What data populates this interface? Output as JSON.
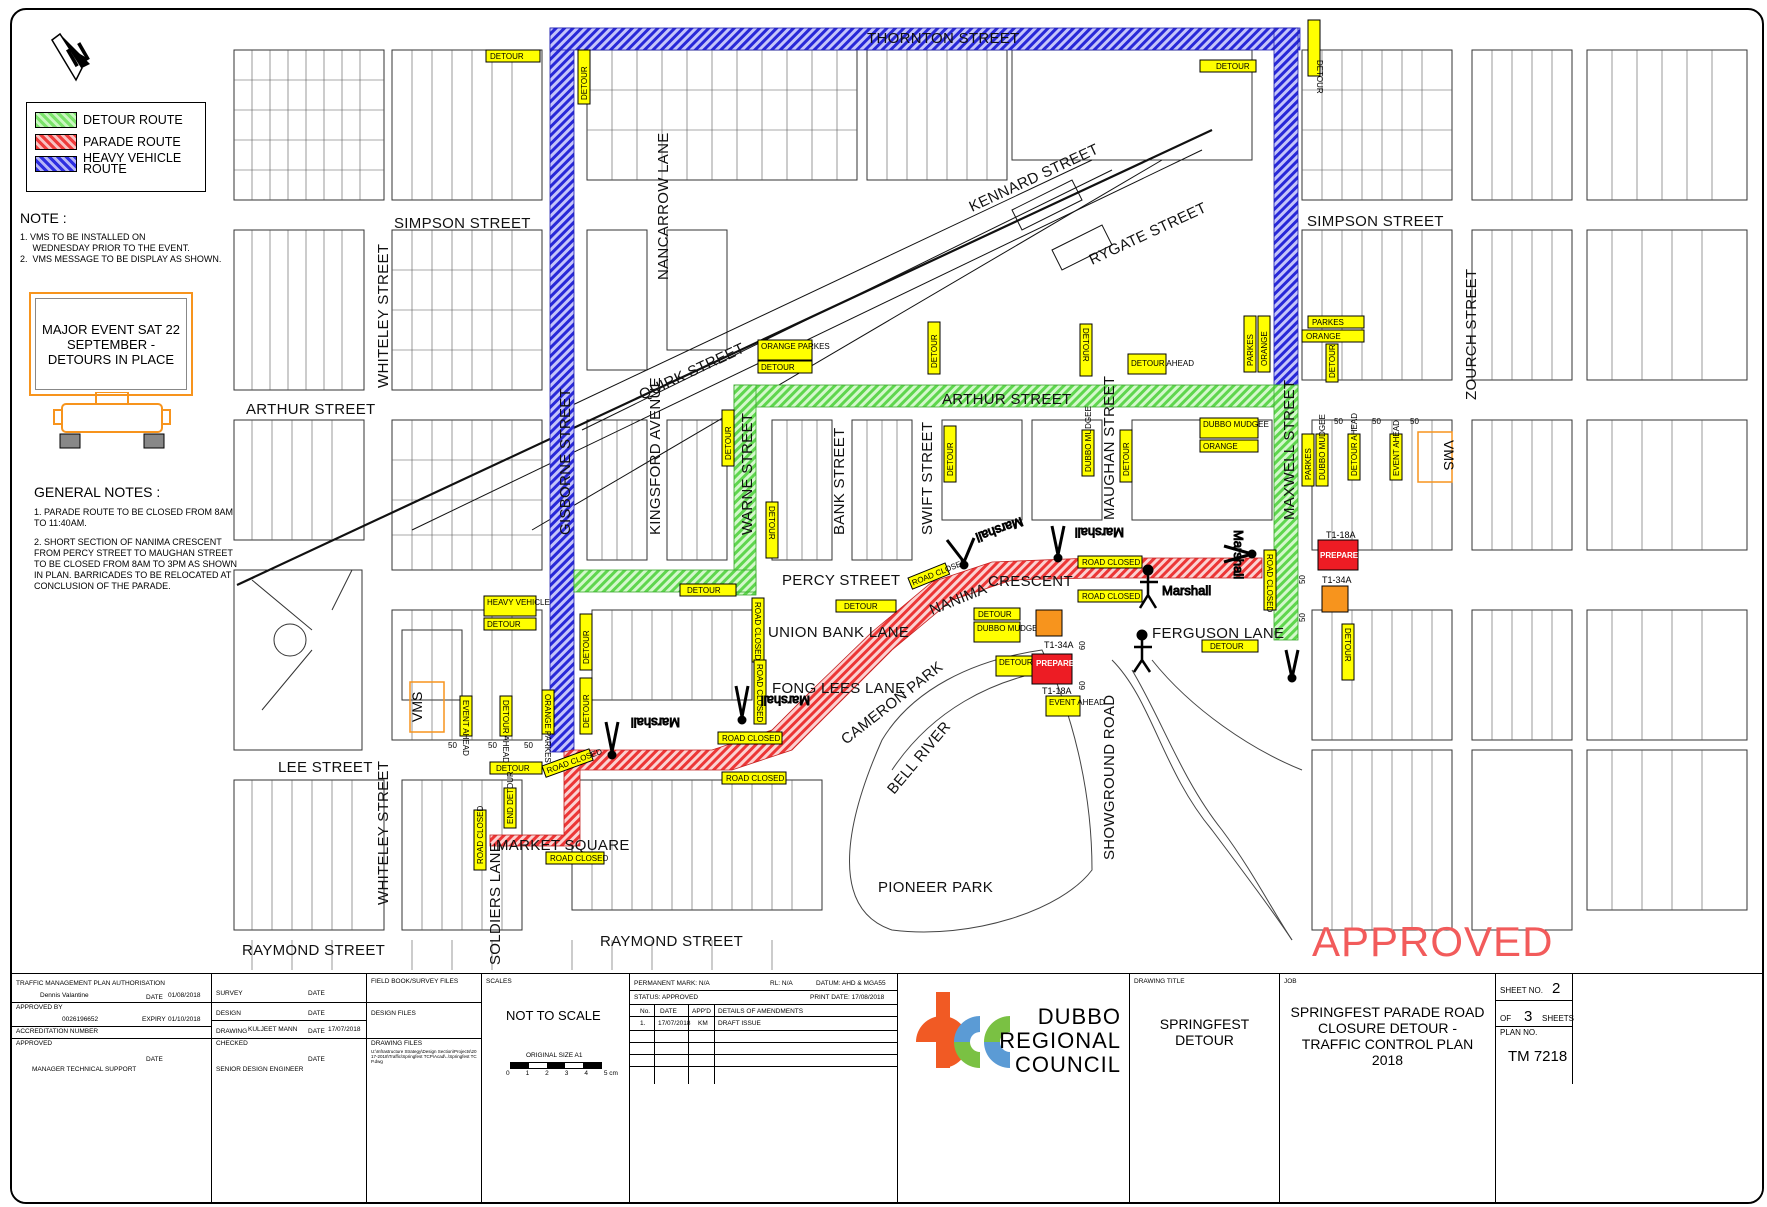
{
  "north_arrow": "N",
  "legend": [
    {
      "label": "DETOUR ROUTE",
      "color": "#7be36b"
    },
    {
      "label": "PARADE ROUTE",
      "color": "#ef3b3b"
    },
    {
      "label": "HEAVY VEHICLE\nROUTE",
      "color": "#2d2de0"
    }
  ],
  "note": {
    "title": "NOTE :",
    "items": [
      "1. VMS TO BE INSTALLED ON",
      "     WEDNESDAY PRIOR TO THE EVENT.",
      "2.  VMS MESSAGE TO BE DISPLAY AS SHOWN."
    ]
  },
  "vms_message": "MAJOR EVENT SAT 22 SEPTEMBER - DETOURS IN PLACE",
  "general_notes": {
    "title": "GENERAL NOTES :",
    "items": [
      "1. PARADE ROUTE TO BE CLOSED FROM 8AM TO 11:40AM.",
      "2. SHORT SECTION OF NANIMA CRESCENT FROM PERCY STREET TO MAUGHAN STREET TO BE CLOSED FROM 8AM TO 3PM AS SHOWN IN PLAN. BARRICADES TO BE RELOCATED AT CONCLUSION OF THE PARADE."
    ]
  },
  "streets": {
    "thornton": "THORNTON STREET",
    "simpson_w": "SIMPSON STREET",
    "simpson_e": "SIMPSON STREET",
    "kennard": "KENNARD STREET",
    "rygate": "RYGATE STREET",
    "nancarrow": "NANCARROW LANE",
    "whiteley_n": "WHITELEY STREET",
    "whiteley_s": "WHITELEY STREET",
    "arthur_w": "ARTHUR STREET",
    "arthur_e": "ARTHUR STREET",
    "quirk": "QUIRK STREET",
    "gisborne": "GISBORNE STREET",
    "kingsford": "KINGSFORD AVENUE",
    "warne": "WARNE STREET",
    "bank": "BANK STREET",
    "swift": "SWIFT STREET",
    "maughan": "MAUGHAN STREET",
    "maxwell": "MAXWELL STREET",
    "zouch": "ZOURCH STREET",
    "percy": "PERCY STREET",
    "nanima": "NANIMA",
    "crescent": "CRESCENT",
    "union_bank": "UNION BANK LANE",
    "ferguson": "FERGUSON LANE",
    "fong_lees": "FONG LEES LANE",
    "cameron_park": "CAMERON PARK",
    "bell_river": "BELL RIVER",
    "showground": "SHOWGROUND ROAD",
    "lee": "LEE STREET",
    "market_square": "MARKET SQUARE",
    "soldiers": "SOLDIERS LANE",
    "pioneer_park": "PIONEER PARK",
    "raymond_w": "RAYMOND STREET",
    "raymond_e": "RAYMOND STREET"
  },
  "signs": {
    "detour": "DETOUR",
    "road_closed": "ROAD CLOSED",
    "heavy_vehicle": "HEAVY VEHICLE",
    "orange_parkes": "ORANGE PARKES",
    "orange": "ORANGE",
    "parkes": "PARKES",
    "dubbo_mudgee": "DUBBO MUDGEE",
    "detour_ahead": "DETOUR AHEAD",
    "event_ahead": "EVENT AHEAD",
    "end_detour": "END DETOUR",
    "prepare_to_stop": "PREPARE TO STOP",
    "t1_34a": "T1-34A",
    "t1_18a": "T1-18A",
    "speed_50": "50",
    "speed_60": "60",
    "vms": "VMS",
    "marshall": "Marshall"
  },
  "stamp": "APPROVED",
  "title_block": {
    "tmp_auth": "TRAFFIC MANAGEMENT PLAN AUTHORISATION",
    "approver_name": "Dennis Valantine",
    "date_label": "DATE",
    "approver_date": "01/08/2018",
    "approved_by": "APPROVED BY",
    "accreditation_no": "0026196652",
    "expiry_label": "EXPIRY",
    "expiry": "01/10/2018",
    "accreditation": "ACCREDITATION NUMBER",
    "approved": "APPROVED",
    "manager": "MANAGER TECHNICAL SUPPORT",
    "survey": "SURVEY",
    "design": "DESIGN",
    "drawing": "DRAWING",
    "drawer": "KULJEET MANN",
    "drawing_date": "17/07/2018",
    "checked": "CHECKED",
    "senior": "SENIOR DESIGN ENGINEER",
    "field_book": "FIELD BOOK/SURVEY FILES",
    "design_files": "DESIGN FILES",
    "drawing_files": "DRAWING FILES",
    "drawing_path": "U:\\Infrastructure Strategy\\Design Section\\Projects\\2017-2018\\Traffic\\Springfest TCP\\Acad\\..\\Springfest TCP.dwg",
    "scales": "SCALES",
    "not_to_scale": "NOT TO SCALE",
    "original_size": "ORIGINAL SIZE A1",
    "scale_ticks": [
      "0",
      "1",
      "2",
      "3",
      "4",
      "5 cm"
    ],
    "permanent_mark": "PERMANENT MARK:  N/A",
    "rl": "RL:  N/A",
    "datum": "DATUM:  AHD & MGA55",
    "status": "STATUS:  APPROVED",
    "print_date": "PRINT DATE:  17/08/2018",
    "amend_cols": [
      "No.",
      "DATE",
      "APP'D",
      "DETAILS OF AMENDMENTS"
    ],
    "amend_row": [
      "1.",
      "17/07/2018",
      "KM",
      "DRAFT ISSUE"
    ],
    "council_line1": "DUBBO",
    "council_line2": "REGIONAL",
    "council_line3": "COUNCIL",
    "drawing_title_label": "DRAWING TITLE",
    "drawing_title": "SPRINGFEST\nDETOUR",
    "job_label": "JOB",
    "job": "SPRINGFEST PARADE ROAD CLOSURE DETOUR - TRAFFIC CONTROL PLAN 2018",
    "sheet_no_label": "SHEET NO.",
    "sheet_no": "2",
    "of_label": "OF",
    "sheets_total": "3",
    "sheets_label": "SHEETS",
    "plan_no_label": "PLAN NO.",
    "plan_no": "TM 7218"
  }
}
